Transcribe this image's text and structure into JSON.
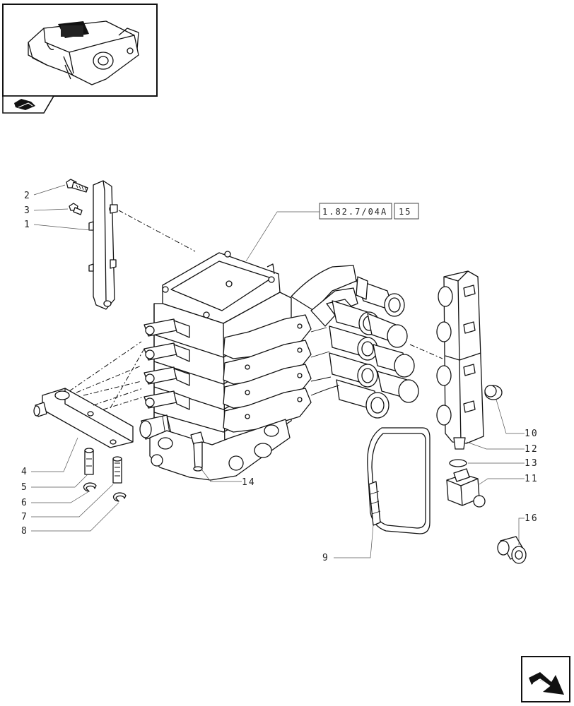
{
  "reference": {
    "code": "1.82.7/04A",
    "item": "15"
  },
  "callouts": {
    "c1": "1",
    "c2": "2",
    "c3": "3",
    "c4": "4",
    "c5": "5",
    "c6": "6",
    "c7": "7",
    "c8": "8",
    "c9": "9",
    "c10": "10",
    "c11": "11",
    "c12": "12",
    "c13": "13",
    "c14": "14",
    "c16": "16"
  },
  "icons": {
    "thumbnail": "valve-assembly-thumbnail",
    "thumb_tab": "tractor-book-icon",
    "nav": "next-page-arrow-icon"
  }
}
